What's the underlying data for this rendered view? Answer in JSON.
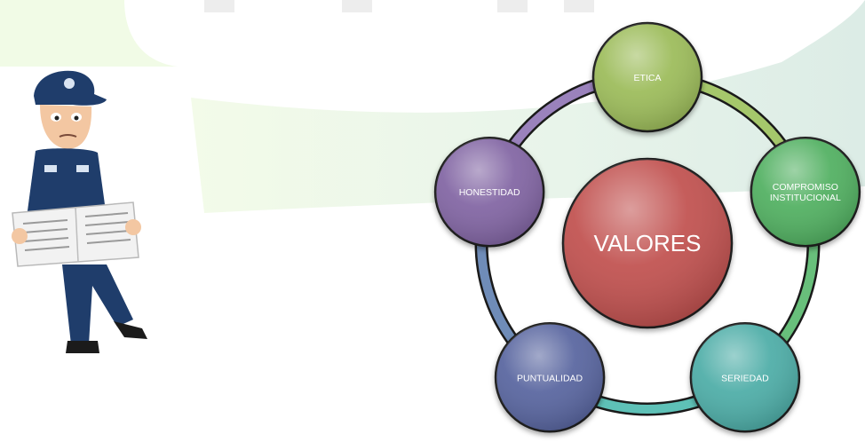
{
  "diagram": {
    "center": {
      "label": "VALORES",
      "color": "#C0504D"
    },
    "nodes": [
      {
        "label": "ETICA",
        "lines": [
          "ETICA"
        ],
        "color": "#9BBB59"
      },
      {
        "label": "COMPROMISO INSTITUCIONAL",
        "lines": [
          "COMPROMISO",
          "INSTITUCIONAL"
        ],
        "color": "#4FAF5F"
      },
      {
        "label": "SERIEDAD",
        "lines": [
          "SERIEDAD"
        ],
        "color": "#4BACA6"
      },
      {
        "label": "PUNTUALIDAD",
        "lines": [
          "PUNTUALIDAD"
        ],
        "color": "#56649E"
      },
      {
        "label": "HONESTIDAD",
        "lines": [
          "HONESTIDAD"
        ],
        "color": "#8064A2"
      }
    ],
    "ring_colors": [
      "#A5C76B",
      "#68BF7B",
      "#5EC1B7",
      "#6F8CB8",
      "#9A82BC"
    ]
  },
  "illustration": {
    "icon": "police-officer-reading-newspaper-icon"
  }
}
